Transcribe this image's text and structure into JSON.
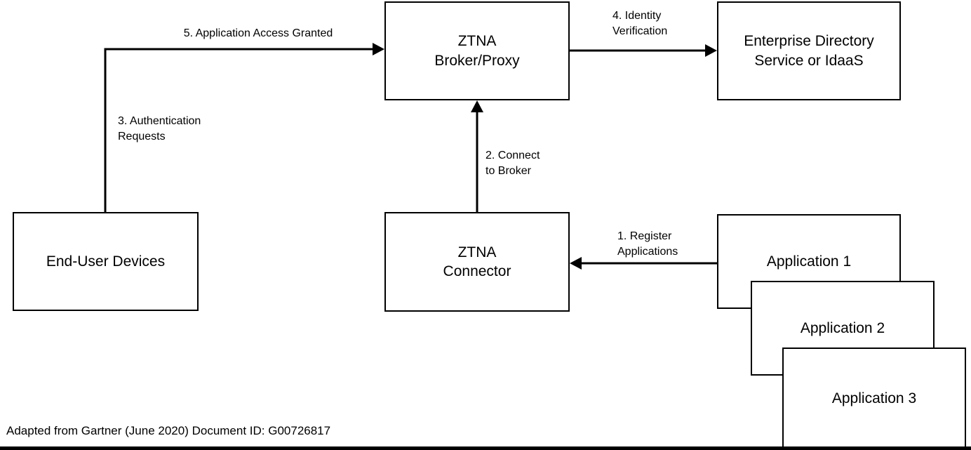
{
  "diagram": {
    "title_hint": "ZTNA architecture flow diagram",
    "nodes": {
      "broker": {
        "label": "ZTNA\nBroker/Proxy"
      },
      "directory": {
        "label": "Enterprise Directory\nService or IdaaS"
      },
      "end_user": {
        "label": "End-User Devices"
      },
      "connector": {
        "label": "ZTNA\nConnector"
      },
      "app1": {
        "label": "Application 1"
      },
      "app2": {
        "label": "Application 2"
      },
      "app3": {
        "label": "Application 3"
      }
    },
    "arrows": {
      "register": {
        "label": "1. Register\nApplications"
      },
      "connect": {
        "label": "2. Connect\nto Broker"
      },
      "auth": {
        "label": "3. Authentication\nRequests"
      },
      "identity": {
        "label": "4. Identity\nVerification"
      },
      "access": {
        "label": "5. Application Access Granted"
      }
    },
    "footer": "Adapted from Gartner (June 2020) Document ID: G00726817",
    "colors": {
      "line": "#000000",
      "box_border": "#000000",
      "background": "#ffffff",
      "text": "#000000"
    }
  }
}
